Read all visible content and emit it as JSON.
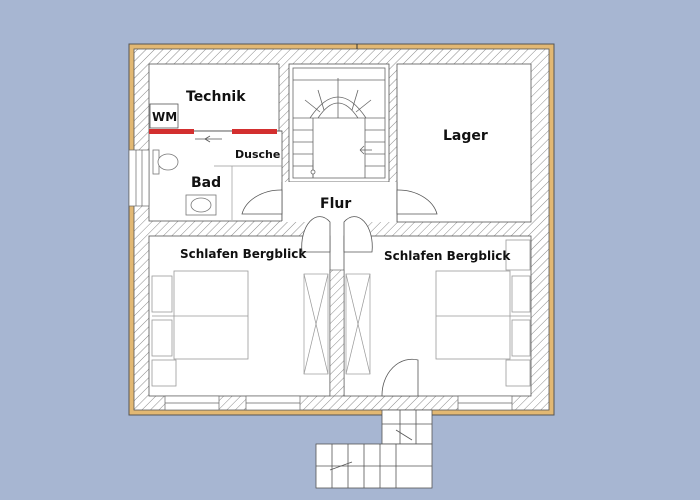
{
  "colors": {
    "background": "#a7b6d2",
    "outer_wall": "#e2b873",
    "wall_hatch": "#8a8a8a",
    "floor": "#ffffff",
    "line": "#555555",
    "accent_red": "#d32f2f"
  },
  "rooms": {
    "technik": "Technik",
    "wm": "WM",
    "dusche": "Dusche",
    "bad": "Bad",
    "flur": "Flur",
    "lager": "Lager",
    "schlafen_left": "Schlafen Bergblick",
    "schlafen_right": "Schlafen Bergblick"
  }
}
